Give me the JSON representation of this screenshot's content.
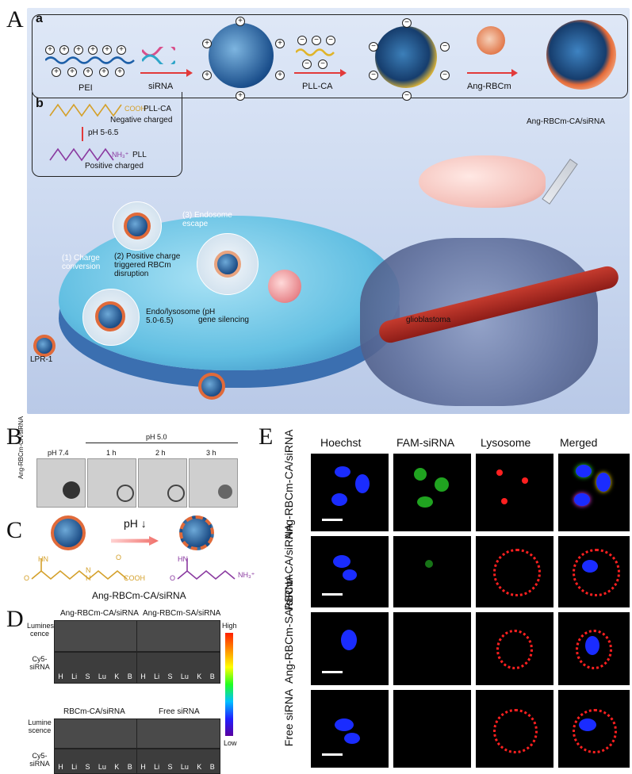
{
  "panel_letters": {
    "a": "A",
    "b": "B",
    "c": "C",
    "d": "D",
    "e": "E"
  },
  "panel_a": {
    "sub_a": "a",
    "sub_b": "b",
    "pei": "PEI",
    "sirna": "siRNA",
    "pllca_step": "PLL-CA",
    "ang_rbcm": "Ang-RBCm",
    "product": "Ang-RBCm-CA/siRNA",
    "pllca_formula": "PLL-CA",
    "negative": "Negative charged",
    "ph_range": "pH 5-6.5",
    "pll": "PLL",
    "positive": "Positive charged",
    "step1": "(1) Charge conversion",
    "step2": "(2) Positive charge triggered RBCm disruption",
    "step3": "(3) Endosome escape",
    "endolysosome": "Endo/lysosome (pH 5.0-6.5)",
    "gene_silencing": "gene silencing",
    "glioblastoma": "glioblastoma",
    "lpr1": "LPR-1",
    "carboxyl": "COOH",
    "amine": "NH₃⁺"
  },
  "panel_b": {
    "row_label": "Ang-RBCm-CA/siRNA",
    "ph74": "pH 7.4",
    "ph50": "pH 5.0",
    "times": [
      "1 h",
      "2 h",
      "3 h"
    ]
  },
  "panel_c": {
    "ph_down": "pH ↓",
    "caption": "Ang-RBCm-CA/siRNA",
    "hn_left": "HN",
    "cooh": "COOH",
    "hn_right": "HN",
    "nh3": "NH₃⁺",
    "n": "N",
    "h": "H",
    "o1": "O",
    "o2": "O",
    "o3": "O"
  },
  "panel_d": {
    "titles": [
      "Ang-RBCm-CA/siRNA",
      "Ang-RBCm-SA/siRNA",
      "RBCm-CA/siRNA",
      "Free siRNA"
    ],
    "row_lum_1": "Lumines cence",
    "row_cy5_1": "Cy5- siRNA",
    "row_lum_2": "Lumine scence",
    "row_cy5_2": "Cy5- siRNA",
    "organs": [
      "H",
      "Li",
      "S",
      "Lu",
      "K",
      "B"
    ],
    "scale_high": "High",
    "scale_low": "Low"
  },
  "panel_e": {
    "columns": [
      "Hoechst",
      "FAM-siRNA",
      "Lysosome",
      "Merged"
    ],
    "rows": [
      "Ang-RBCm-CA/siRNA",
      "RBCm-CA/siRNA",
      "Ang-RBCm-SA/siRNA",
      "Free siRNA"
    ]
  },
  "colors": {
    "hoechst": "#1a2cff",
    "fam": "#2ee82e",
    "lysosome": "#ff2020",
    "arrow": "#e23a3a",
    "pllca": "#d4a02a",
    "pll": "#8a3aa0"
  }
}
